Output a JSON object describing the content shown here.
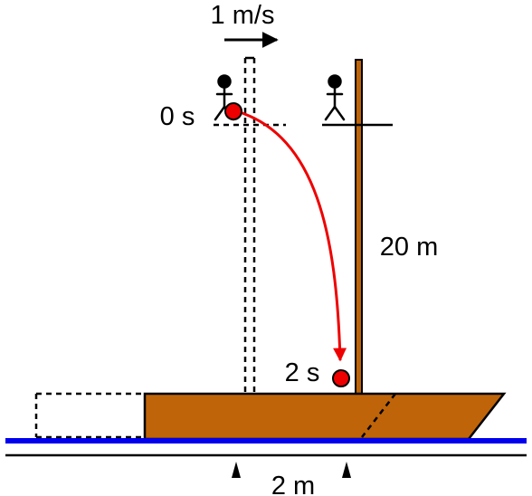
{
  "labels": {
    "velocity": "1 m/s",
    "time_start": "0 s",
    "height": "20 m",
    "time_end": "2 s",
    "displacement": "2 m"
  },
  "colors": {
    "boat": "#bf6408",
    "mast": "#bf6408",
    "water": "#0000ee",
    "ball": "#ee0000",
    "trajectory": "#ee0000",
    "ink": "#000000"
  }
}
